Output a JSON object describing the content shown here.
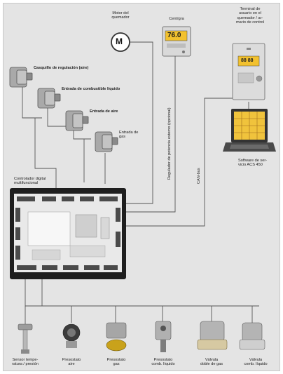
{
  "colors": {
    "background": "#e4e4e4",
    "wire": "#555555",
    "device": "#a9a9a9",
    "display": "#f2c12e",
    "screen": "#f0c33c"
  },
  "labels": {
    "motor": "Motor del\nquemador",
    "motor_symbol": "M",
    "centigrade": "Centígra",
    "display_value": "76.0",
    "terminal": "Terminal de\nusuario en el\nquemador / ar-\nmario de control",
    "terminal_display": "88 88",
    "laptop": "Software de ser-\nvicio ACS 450",
    "regulator": "Regulador de potencia externo (opcional)",
    "can_bus": "CAN-bus",
    "controller": "Controlador digital\nmultifuncional",
    "damper_air": "Casquillo de regulación (aire)",
    "fuel_inlet": "Entrada de combustible líquido",
    "air_inlet": "Entrada de aire",
    "gas_inlet": "Entrada de\ngas",
    "bottom_items": [
      "Sensor tempe-\nratura / presión",
      "Presostato\naire",
      "Presostato\ngas",
      "Presostato\ncomb. líquido",
      "Válvula\ndoble de gas",
      "Válvula\ncomb. líquido"
    ]
  }
}
